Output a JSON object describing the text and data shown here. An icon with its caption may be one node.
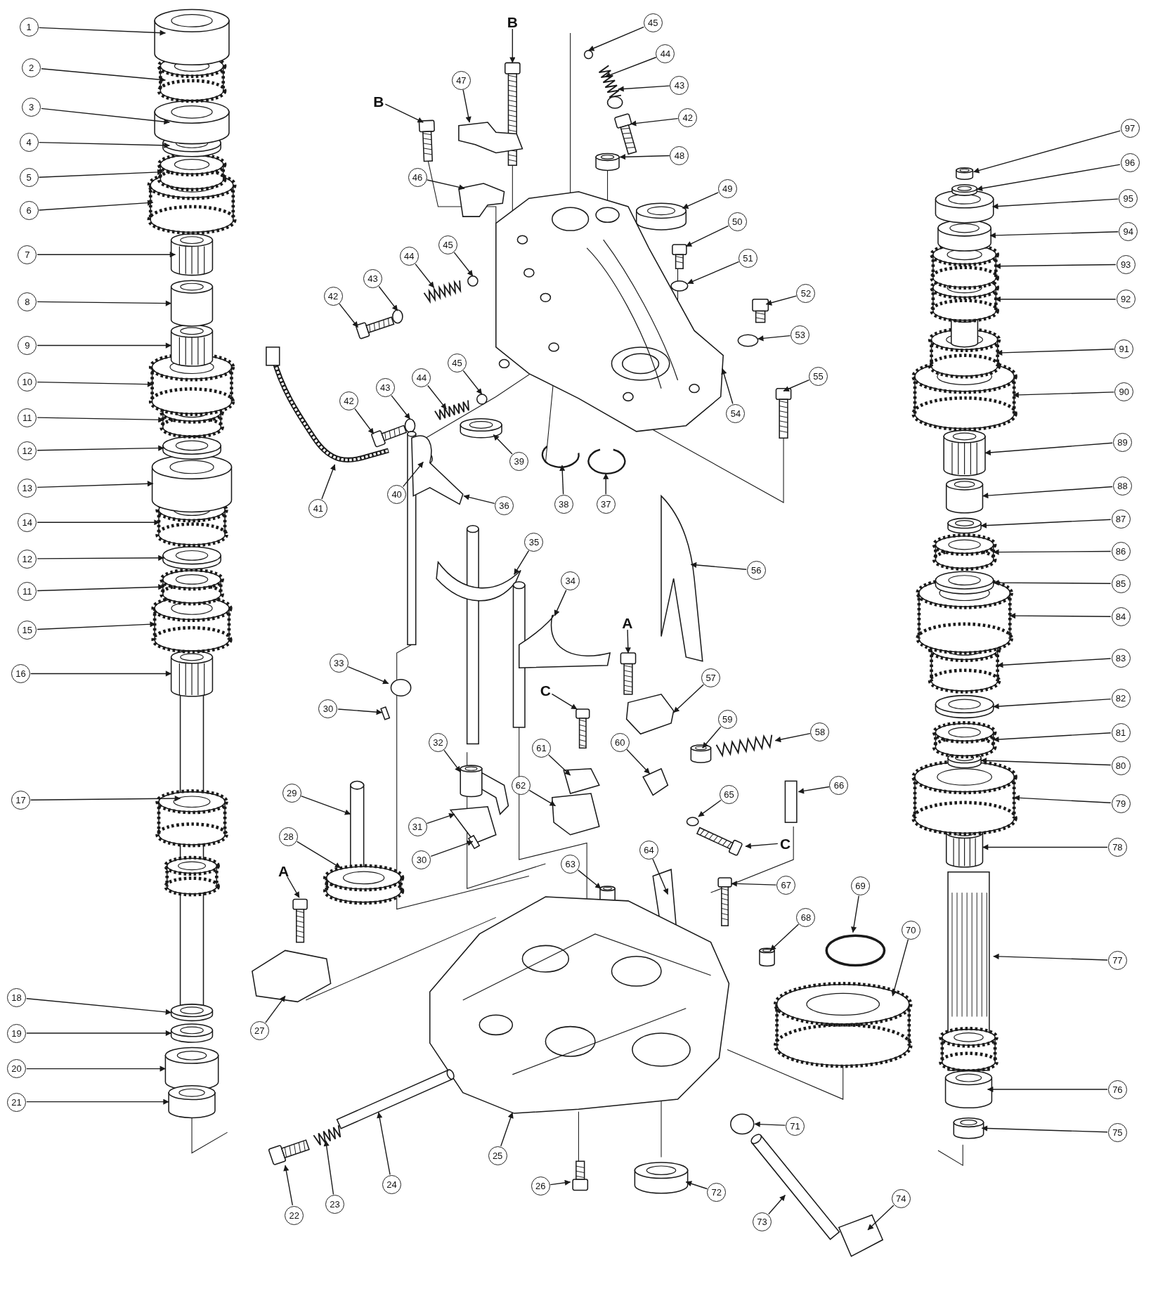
{
  "diagram": {
    "nodes": [
      {
        "text": [
          "1"
        ]
      },
      {
        "text": [
          "2"
        ]
      },
      {
        "text": [
          "3"
        ]
      },
      {
        "text": [
          "4"
        ]
      },
      {
        "text": [
          "5"
        ]
      },
      {
        "text": [
          "6"
        ]
      },
      {
        "text": [
          "7"
        ]
      },
      {
        "text": [
          "8"
        ]
      },
      {
        "text": [
          "9"
        ]
      },
      {
        "text": [
          "10"
        ]
      },
      {
        "text": [
          "11"
        ]
      },
      {
        "text": [
          "12"
        ]
      },
      {
        "text": [
          "13"
        ]
      },
      {
        "text": [
          "14"
        ]
      },
      {
        "text": [
          "12"
        ]
      },
      {
        "text": [
          "11"
        ]
      },
      {
        "text": [
          "15"
        ]
      },
      {
        "text": [
          "16"
        ]
      },
      {
        "text": [
          "17"
        ]
      },
      {
        "text": [
          "18"
        ]
      },
      {
        "text": [
          "19"
        ]
      },
      {
        "text": [
          "20"
        ]
      },
      {
        "text": [
          "21"
        ]
      },
      {
        "text": [
          "B"
        ]
      },
      {
        "text": [
          "45"
        ]
      },
      {
        "text": [
          "44"
        ]
      },
      {
        "text": [
          "43"
        ]
      },
      {
        "text": [
          "42"
        ]
      },
      {
        "text": [
          "47"
        ]
      },
      {
        "text": [
          "B"
        ]
      },
      {
        "text": [
          "48"
        ]
      },
      {
        "text": [
          "49"
        ]
      },
      {
        "text": [
          "46"
        ]
      },
      {
        "text": [
          "50"
        ]
      },
      {
        "text": [
          "45"
        ]
      },
      {
        "text": [
          "51"
        ]
      },
      {
        "text": [
          "44"
        ]
      },
      {
        "text": [
          "52"
        ]
      },
      {
        "text": [
          "43"
        ]
      },
      {
        "text": [
          "53"
        ]
      },
      {
        "text": [
          "45"
        ]
      },
      {
        "text": [
          "42"
        ]
      },
      {
        "text": [
          "44"
        ]
      },
      {
        "text": [
          "54"
        ]
      },
      {
        "text": [
          "43"
        ]
      },
      {
        "text": [
          "42"
        ]
      },
      {
        "text": [
          "55"
        ]
      },
      {
        "text": [
          "39"
        ]
      },
      {
        "text": [
          "40"
        ]
      },
      {
        "text": [
          "36"
        ]
      },
      {
        "text": [
          "38"
        ]
      },
      {
        "text": [
          "37"
        ]
      },
      {
        "text": [
          "41"
        ]
      },
      {
        "text": [
          "56"
        ]
      },
      {
        "text": [
          "35"
        ]
      },
      {
        "text": [
          "34"
        ]
      },
      {
        "text": [
          "A"
        ]
      },
      {
        "text": [
          "33"
        ]
      },
      {
        "text": [
          "57"
        ]
      },
      {
        "text": [
          "C"
        ]
      },
      {
        "text": [
          "30"
        ]
      },
      {
        "text": [
          "59"
        ]
      },
      {
        "text": [
          "58"
        ]
      },
      {
        "text": [
          "60"
        ]
      },
      {
        "text": [
          "61"
        ]
      },
      {
        "text": [
          "32"
        ]
      },
      {
        "text": [
          "62"
        ]
      },
      {
        "text": [
          "29"
        ]
      },
      {
        "text": [
          "66"
        ]
      },
      {
        "text": [
          "65"
        ]
      },
      {
        "text": [
          "31"
        ]
      },
      {
        "text": [
          "C"
        ]
      },
      {
        "text": [
          "28"
        ]
      },
      {
        "text": [
          "30"
        ]
      },
      {
        "text": [
          "64"
        ]
      },
      {
        "text": [
          "63"
        ]
      },
      {
        "text": [
          "A"
        ]
      },
      {
        "text": [
          "67"
        ]
      },
      {
        "text": [
          "69"
        ]
      },
      {
        "text": [
          "68"
        ]
      },
      {
        "text": [
          "70"
        ]
      },
      {
        "text": [
          "27"
        ]
      },
      {
        "text": [
          "71"
        ]
      },
      {
        "text": [
          "25"
        ]
      },
      {
        "text": [
          "72"
        ]
      },
      {
        "text": [
          "24"
        ]
      },
      {
        "text": [
          "26"
        ]
      },
      {
        "text": [
          "23"
        ]
      },
      {
        "text": [
          "22"
        ]
      },
      {
        "text": [
          "73"
        ]
      },
      {
        "text": [
          "74"
        ]
      },
      {
        "text": [
          "97"
        ]
      },
      {
        "text": [
          "96"
        ]
      },
      {
        "text": [
          "95"
        ]
      },
      {
        "text": [
          "94"
        ]
      },
      {
        "text": [
          "93"
        ]
      },
      {
        "text": [
          "92"
        ]
      },
      {
        "text": [
          "91"
        ]
      },
      {
        "text": [
          "90"
        ]
      },
      {
        "text": [
          "89"
        ]
      },
      {
        "text": [
          "88"
        ]
      },
      {
        "text": [
          "87"
        ]
      },
      {
        "text": [
          "86"
        ]
      },
      {
        "text": [
          "85"
        ]
      },
      {
        "text": [
          "84"
        ]
      },
      {
        "text": [
          "83"
        ]
      },
      {
        "text": [
          "82"
        ]
      },
      {
        "text": [
          "81"
        ]
      },
      {
        "text": [
          "80"
        ]
      },
      {
        "text": [
          "79"
        ]
      },
      {
        "text": [
          "78"
        ]
      },
      {
        "text": [
          "77"
        ]
      },
      {
        "text": [
          "76"
        ]
      },
      {
        "text": [
          "75"
        ]
      }
    ],
    "edges": [
      {
        "from": 0,
        "to": null,
        "arrow": "to"
      },
      {
        "from": 1,
        "to": null,
        "arrow": "to"
      },
      {
        "from": 2,
        "to": null,
        "arrow": "to"
      },
      {
        "from": 3,
        "to": null,
        "arrow": "to"
      },
      {
        "from": 4,
        "to": null,
        "arrow": "to"
      },
      {
        "from": 5,
        "to": null,
        "arrow": "to"
      },
      {
        "from": 6,
        "to": null,
        "arrow": "to"
      },
      {
        "from": 7,
        "to": null,
        "arrow": "to"
      },
      {
        "from": 8,
        "to": null,
        "arrow": "to"
      },
      {
        "from": 9,
        "to": null,
        "arrow": "to"
      },
      {
        "from": 10,
        "to": null,
        "arrow": "to"
      },
      {
        "from": 11,
        "to": null,
        "arrow": "to"
      },
      {
        "from": 12,
        "to": null,
        "arrow": "to"
      },
      {
        "from": 13,
        "to": null,
        "arrow": "to"
      },
      {
        "from": 14,
        "to": null,
        "arrow": "to"
      },
      {
        "from": 15,
        "to": null,
        "arrow": "to"
      },
      {
        "from": 16,
        "to": null,
        "arrow": "to"
      },
      {
        "from": 17,
        "to": null,
        "arrow": "to"
      },
      {
        "from": 18,
        "to": null,
        "arrow": "to"
      },
      {
        "from": 19,
        "to": null,
        "arrow": "to"
      },
      {
        "from": 20,
        "to": null,
        "arrow": "to"
      },
      {
        "from": 21,
        "to": null,
        "arrow": "to"
      },
      {
        "from": 22,
        "to": null,
        "arrow": "to"
      },
      {
        "from": 23,
        "to": null,
        "arrow": "to"
      },
      {
        "from": 24,
        "to": null,
        "arrow": "to"
      },
      {
        "from": 25,
        "to": null,
        "arrow": "to"
      },
      {
        "from": 26,
        "to": null,
        "arrow": "to"
      },
      {
        "from": 27,
        "to": null,
        "arrow": "to"
      },
      {
        "from": 28,
        "to": null,
        "arrow": "to"
      },
      {
        "from": 29,
        "to": null,
        "arrow": "to"
      },
      {
        "from": 30,
        "to": null,
        "arrow": "to"
      },
      {
        "from": 31,
        "to": null,
        "arrow": "to"
      },
      {
        "from": 32,
        "to": null,
        "arrow": "to"
      },
      {
        "from": 33,
        "to": null,
        "arrow": "to"
      },
      {
        "from": 34,
        "to": null,
        "arrow": "to"
      },
      {
        "from": 35,
        "to": null,
        "arrow": "to"
      },
      {
        "from": 36,
        "to": null,
        "arrow": "to"
      },
      {
        "from": 37,
        "to": null,
        "arrow": "to"
      },
      {
        "from": 38,
        "to": null,
        "arrow": "to"
      },
      {
        "from": 39,
        "to": null,
        "arrow": "to"
      },
      {
        "from": 40,
        "to": null,
        "arrow": "to"
      },
      {
        "from": 41,
        "to": null,
        "arrow": "to"
      },
      {
        "from": 42,
        "to": null,
        "arrow": "to"
      },
      {
        "from": 43,
        "to": null,
        "arrow": "to"
      },
      {
        "from": 44,
        "to": null,
        "arrow": "to"
      },
      {
        "from": 45,
        "to": null,
        "arrow": "to"
      },
      {
        "from": 46,
        "to": null,
        "arrow": "to"
      },
      {
        "from": 47,
        "to": null,
        "arrow": "to"
      },
      {
        "from": 48,
        "to": null,
        "arrow": "to"
      },
      {
        "from": 49,
        "to": null,
        "arrow": "to"
      },
      {
        "from": 50,
        "to": null,
        "arrow": "to"
      },
      {
        "from": 51,
        "to": null,
        "arrow": "to"
      },
      {
        "from": 52,
        "to": null,
        "arrow": "to"
      },
      {
        "from": 53,
        "to": null,
        "arrow": "to"
      },
      {
        "from": 54,
        "to": null,
        "arrow": "to"
      },
      {
        "from": 55,
        "to": null,
        "arrow": "to"
      },
      {
        "from": 56,
        "to": null,
        "arrow": "to"
      },
      {
        "from": 57,
        "to": null,
        "arrow": "to"
      },
      {
        "from": 58,
        "to": null,
        "arrow": "to"
      },
      {
        "from": 59,
        "to": null,
        "arrow": "to"
      },
      {
        "from": 60,
        "to": null,
        "arrow": "to"
      },
      {
        "from": 61,
        "to": null,
        "arrow": "to"
      },
      {
        "from": 62,
        "to": null,
        "arrow": "to"
      },
      {
        "from": 63,
        "to": null,
        "arrow": "to"
      },
      {
        "from": 64,
        "to": null,
        "arrow": "to"
      },
      {
        "from": 65,
        "to": null,
        "arrow": "to"
      },
      {
        "from": 66,
        "to": null,
        "arrow": "to"
      },
      {
        "from": 67,
        "to": null,
        "arrow": "to"
      },
      {
        "from": 68,
        "to": null,
        "arrow": "to"
      },
      {
        "from": 69,
        "to": null,
        "arrow": "to"
      },
      {
        "from": 70,
        "to": null,
        "arrow": "to"
      },
      {
        "from": 71,
        "to": null,
        "arrow": "to"
      },
      {
        "from": 72,
        "to": null,
        "arrow": "to"
      },
      {
        "from": 73,
        "to": null,
        "arrow": "to"
      },
      {
        "from": 74,
        "to": null,
        "arrow": "to"
      },
      {
        "from": 75,
        "to": null,
        "arrow": "to"
      },
      {
        "from": 76,
        "to": null,
        "arrow": "to"
      },
      {
        "from": 77,
        "to": null,
        "arrow": "to"
      },
      {
        "from": 78,
        "to": null,
        "arrow": "to"
      },
      {
        "from": 79,
        "to": null,
        "arrow": "to"
      },
      {
        "from": 80,
        "to": null,
        "arrow": "to"
      },
      {
        "from": 81,
        "to": null,
        "arrow": "to"
      },
      {
        "from": 82,
        "to": null,
        "arrow": "to"
      },
      {
        "from": 83,
        "to": null,
        "arrow": "to"
      },
      {
        "from": 84,
        "to": null,
        "arrow": "to"
      },
      {
        "from": 85,
        "to": null,
        "arrow": "to"
      },
      {
        "from": 86,
        "to": null,
        "arrow": "to"
      },
      {
        "from": 87,
        "to": null,
        "arrow": "to"
      },
      {
        "from": 88,
        "to": null,
        "arrow": "to"
      },
      {
        "from": 89,
        "to": null,
        "arrow": "to"
      },
      {
        "from": 90,
        "to": null,
        "arrow": "to"
      },
      {
        "from": 91,
        "to": null,
        "arrow": "to"
      },
      {
        "from": 92,
        "to": null,
        "arrow": "to"
      },
      {
        "from": 93,
        "to": null,
        "arrow": "to"
      },
      {
        "from": 94,
        "to": null,
        "arrow": "to"
      },
      {
        "from": 95,
        "to": null,
        "arrow": "to"
      },
      {
        "from": 96,
        "to": null,
        "arrow": "to"
      },
      {
        "from": 97,
        "to": null,
        "arrow": "to"
      },
      {
        "from": 98,
        "to": null,
        "arrow": "to"
      },
      {
        "from": 99,
        "to": null,
        "arrow": "to"
      },
      {
        "from": 100,
        "to": null,
        "arrow": "to"
      },
      {
        "from": 101,
        "to": null,
        "arrow": "to"
      },
      {
        "from": 102,
        "to": null,
        "arrow": "to"
      },
      {
        "from": 103,
        "to": null,
        "arrow": "to"
      },
      {
        "from": 104,
        "to": null,
        "arrow": "to"
      },
      {
        "from": 105,
        "to": null,
        "arrow": "to"
      },
      {
        "from": 106,
        "to": null,
        "arrow": "to"
      },
      {
        "from": 107,
        "to": null,
        "arrow": "to"
      },
      {
        "from": 108,
        "to": null,
        "arrow": "to"
      },
      {
        "from": 109,
        "to": null,
        "arrow": "to"
      },
      {
        "from": 110,
        "to": null,
        "arrow": "to"
      },
      {
        "from": 111,
        "to": null,
        "arrow": "to"
      },
      {
        "from": 112,
        "to": null,
        "arrow": "to"
      },
      {
        "from": 113,
        "to": null,
        "arrow": "to"
      }
    ]
  }
}
